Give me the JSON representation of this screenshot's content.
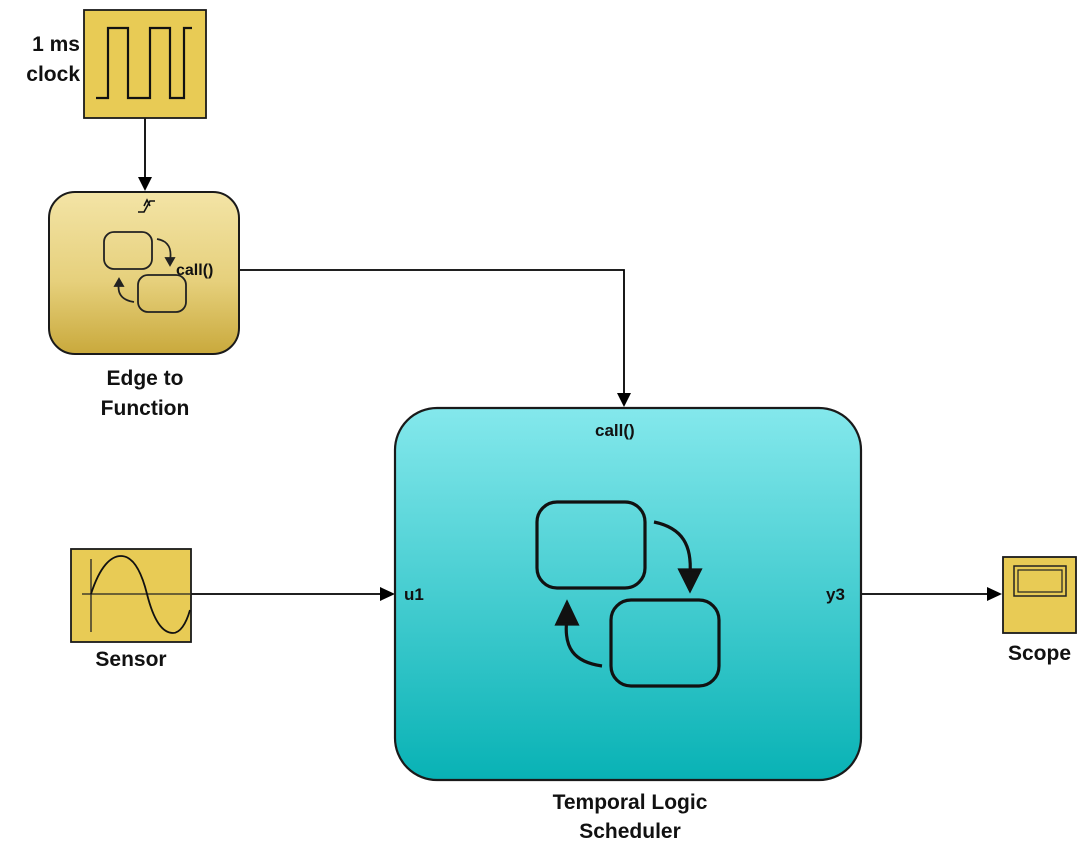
{
  "blocks": {
    "clock": {
      "label_line1": "1 ms",
      "label_line2": "clock",
      "fill": "#e8cb55"
    },
    "edge_to_function": {
      "label_line1": "Edge to",
      "label_line2": "Function",
      "output_port": "call()"
    },
    "scheduler": {
      "label_line1": "Temporal Logic",
      "label_line2": "Scheduler",
      "trigger_port": "call()",
      "input_port": "u1",
      "output_port": "y3",
      "fill_top": "#84e8ec",
      "fill_bottom": "#08b2b5"
    },
    "sensor": {
      "label": "Sensor",
      "fill": "#e8cb55"
    },
    "scope": {
      "label": "Scope",
      "fill": "#e8cb55"
    }
  }
}
